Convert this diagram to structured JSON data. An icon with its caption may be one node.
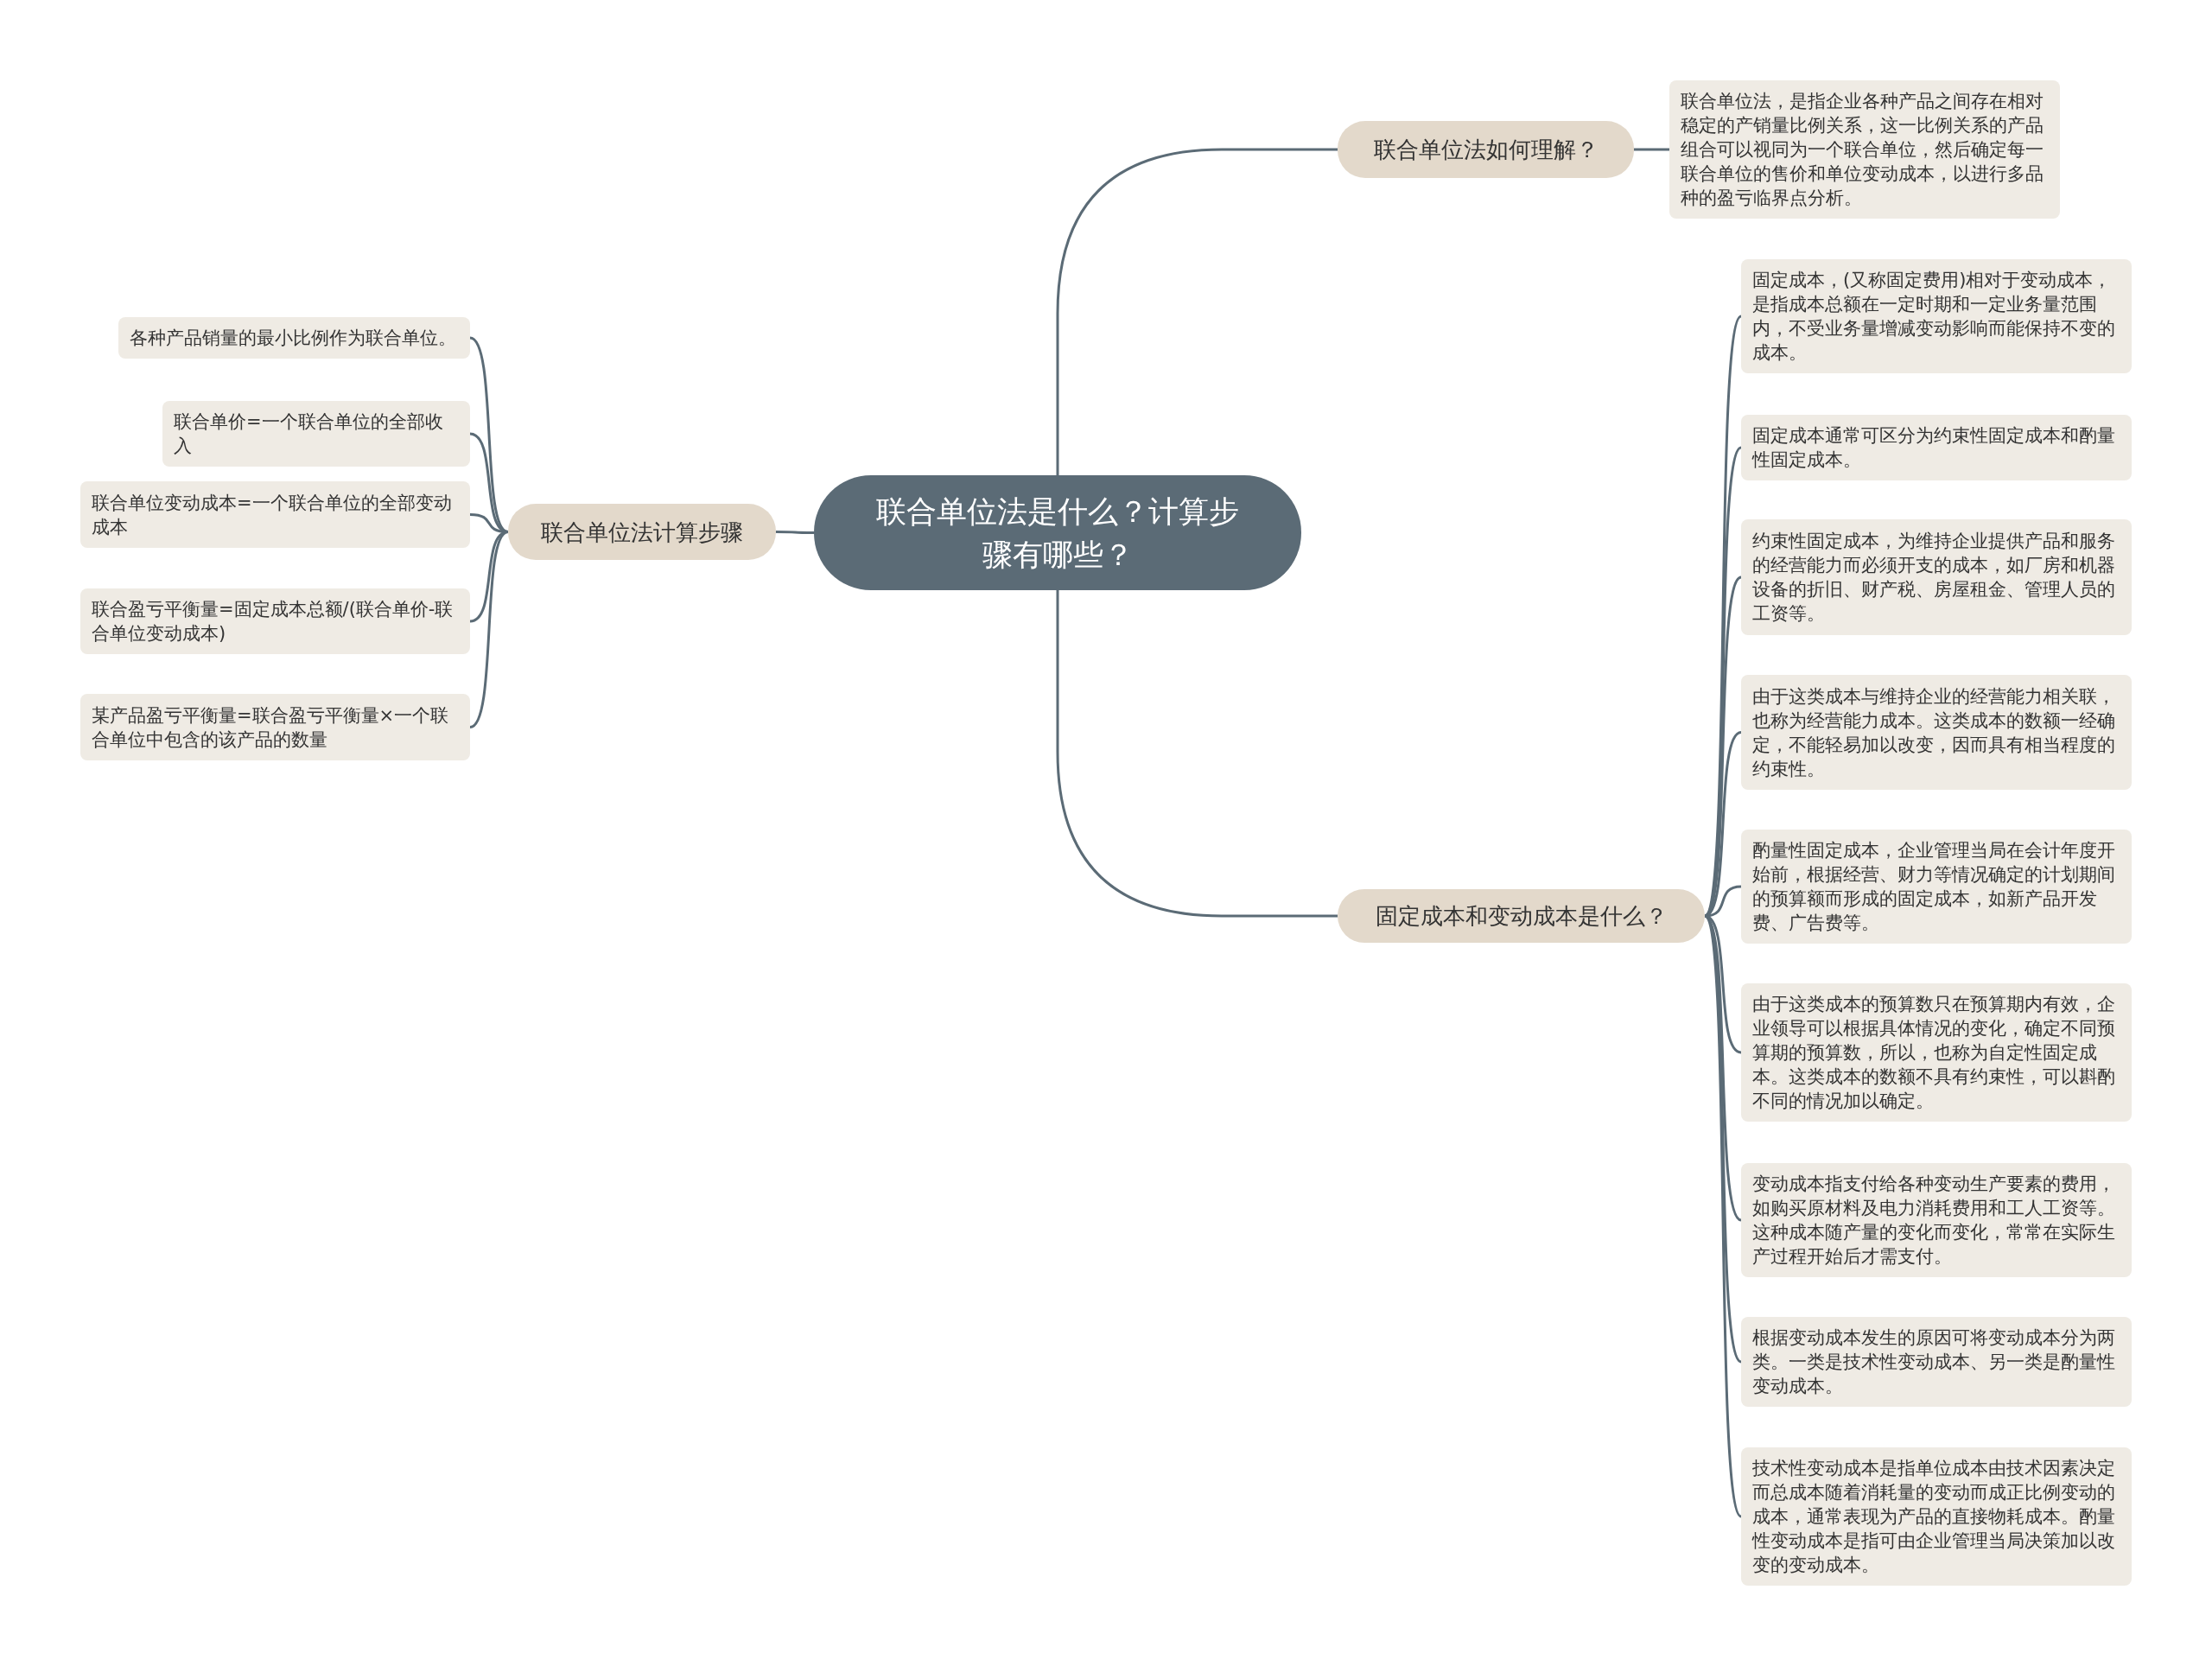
{
  "diagram": {
    "nodes": [
      {
        "text": [
          "联合单位法是什么？计算步骤有哪些？"
        ]
      },
      {
        "text": [
          "联合单位法如何理解？"
        ]
      },
      {
        "text": [
          "联合单位法，是指企业各种产品之间存在相对稳定的产销量比例关系，这一比例关系的产品组合可以视同为一个联合单位，然后确定每一联合单位的售价和单位变动成本，以进行多品种的盈亏临界点分析。"
        ]
      },
      {
        "text": [
          "固定成本和变动成本是什么？"
        ]
      },
      {
        "text": [
          "固定成本，(又称固定费用)相对于变动成本，是指成本总额在一定时期和一定业务量范围内，不受业务量增减变动影响而能保持不变的成本。"
        ]
      },
      {
        "text": [
          "固定成本通常可区分为约束性固定成本和酌量性固定成本。"
        ]
      },
      {
        "text": [
          "约束性固定成本，为维持企业提供产品和服务的经营能力而必须开支的成本，如厂房和机器设备的折旧、财产税、房屋租金、管理人员的工资等。"
        ]
      },
      {
        "text": [
          "由于这类成本与维持企业的经营能力相关联，也称为经营能力成本。这类成本的数额一经确定，不能轻易加以改变，因而具有相当程度的约束性。"
        ]
      },
      {
        "text": [
          "酌量性固定成本，企业管理当局在会计年度开始前，根据经营、财力等情况确定的计划期间的预算额而形成的固定成本，如新产品开发费、广告费等。"
        ]
      },
      {
        "text": [
          "由于这类成本的预算数只在预算期内有效，企业领导可以根据具体情况的变化，确定不同预算期的预算数，所以，也称为自定性固定成本。这类成本的数额不具有约束性，可以斟酌不同的情况加以确定。"
        ]
      },
      {
        "text": [
          "变动成本指支付给各种变动生产要素的费用，如购买原材料及电力消耗费用和工人工资等。这种成本随产量的变化而变化，常常在实际生产过程开始后才需支付。"
        ]
      },
      {
        "text": [
          "根据变动成本发生的原因可将变动成本分为两类。一类是技术性变动成本、另一类是酌量性变动成本。"
        ]
      },
      {
        "text": [
          "技术性变动成本是指单位成本由技术因素决定而总成本随着消耗量的变动而成正比例变动的成本，通常表现为产品的直接物耗成本。酌量性变动成本是指可由企业管理当局决策加以改变的变动成本。"
        ]
      },
      {
        "text": [
          "联合单位法计算步骤"
        ]
      },
      {
        "text": [
          "各种产品销量的最小比例作为联合单位。"
        ]
      },
      {
        "text": [
          "联合单价=一个联合单位的全部收入"
        ]
      },
      {
        "text": [
          "联合单位变动成本=一个联合单位的全部变动成本"
        ]
      },
      {
        "text": [
          "联合盈亏平衡量=固定成本总额/(联合单价-联合单位变动成本)"
        ]
      },
      {
        "text": [
          "某产品盈亏平衡量=联合盈亏平衡量×一个联合单位中包含的该产品的数量"
        ]
      }
    ],
    "edges": [
      {
        "from": 0,
        "to": 1,
        "arrow": "none"
      },
      {
        "from": 1,
        "to": 2,
        "arrow": "none"
      },
      {
        "from": 0,
        "to": 3,
        "arrow": "none"
      },
      {
        "from": 3,
        "to": 4,
        "arrow": "none"
      },
      {
        "from": 3,
        "to": 5,
        "arrow": "none"
      },
      {
        "from": 3,
        "to": 6,
        "arrow": "none"
      },
      {
        "from": 3,
        "to": 7,
        "arrow": "none"
      },
      {
        "from": 3,
        "to": 8,
        "arrow": "none"
      },
      {
        "from": 3,
        "to": 9,
        "arrow": "none"
      },
      {
        "from": 3,
        "to": 10,
        "arrow": "none"
      },
      {
        "from": 3,
        "to": 11,
        "arrow": "none"
      },
      {
        "from": 3,
        "to": 12,
        "arrow": "none"
      },
      {
        "from": 0,
        "to": 13,
        "arrow": "none"
      },
      {
        "from": 13,
        "to": 14,
        "arrow": "none"
      },
      {
        "from": 13,
        "to": 15,
        "arrow": "none"
      },
      {
        "from": 13,
        "to": 16,
        "arrow": "none"
      },
      {
        "from": 13,
        "to": 17,
        "arrow": "none"
      },
      {
        "from": 13,
        "to": 18,
        "arrow": "none"
      }
    ]
  }
}
